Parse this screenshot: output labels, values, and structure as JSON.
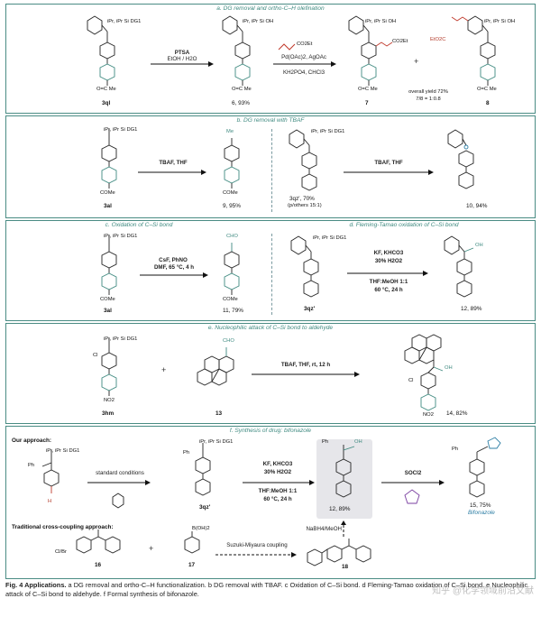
{
  "panels": {
    "a": {
      "title": "a. DG removal and ortho-C–H olefination",
      "reagents1": [
        "PTSA",
        "EtOH / H2O"
      ],
      "reagents2": [
        "Pd(OAc)2, AgOAc",
        "KH2PO4, CHCl3"
      ],
      "acrylate": "CO2Et",
      "start": "3ql",
      "inter": "6, 93%",
      "p7": "7",
      "p8": "8",
      "yield_note": [
        "overall yield 72%",
        "7/8 = 1:0.8"
      ],
      "silyl_dg": "iPr, iPr  Si  DG1",
      "silyl_oh": "iPr, iPr  Si  OH",
      "subst": "O=C  Me",
      "ester": "EtO2C"
    },
    "b": {
      "title": "b. DG removal with TBAF",
      "reagents": "TBAF, THF",
      "start1": "3al",
      "prod1": "9, 95%",
      "start2": "3qz', 70%",
      "start2_note": "(p/others 15:1)",
      "prod2": "10, 94%",
      "me": "Me",
      "come": "COMe"
    },
    "c": {
      "title": "c. Oxidation of C–Si bond",
      "reagents": [
        "CsF, PhNO",
        "DMF, 65 °C, 4 h"
      ],
      "start": "3al",
      "prod": "11, 79%",
      "cho": "CHO",
      "come": "COMe"
    },
    "d": {
      "title": "d. Fleming-Tamao oxidation of C–Si bond",
      "reagents": [
        "KF, KHCO3",
        "30% H2O2",
        "THF:MeOH 1:1",
        "60 °C, 24 h"
      ],
      "start": "3qz'",
      "prod": "12, 89%",
      "oh": "OH"
    },
    "e": {
      "title": "e. Nucleophilic attack of C–Si bond to aldehyde",
      "reagents": "TBAF, THF, rt, 12 h",
      "start": "3hm",
      "reagent": "13",
      "prod": "14, 82%",
      "cl": "Cl",
      "no2": "NO2",
      "cho": "CHO",
      "oh": "OH"
    },
    "f": {
      "title": "f. Synthesis of drug: bifonazole",
      "our": "Our approach:",
      "traditional": "Traditional cross-coupling approach:",
      "standard": "standard conditions",
      "reagents_ox": [
        "KF, KHCO3",
        "30% H2O2",
        "THF:MeOH 1:1",
        "60 °C, 24 h"
      ],
      "socl2": "SOCl2",
      "nabh4": "NaBH4/MeOH",
      "suzuki": "Suzuki-Miyaura coupling",
      "int": "3qz'",
      "alc": "12, 89%",
      "prod": "15, 75%",
      "drug": "Bifonazole",
      "c16": "16",
      "c17": "17",
      "c18": "18",
      "clbr": "Cl/Br",
      "boh2": "B(OH)2",
      "ph": "Ph",
      "h": "H",
      "oh": "OH"
    }
  },
  "caption": {
    "lead": "Fig. 4 Applications.",
    "text": " a DG removal and ortho-C–H functionalization. b DG removal with TBAF. c Oxidation of C–Si bond. d Fleming-Tamao oxidation of C–Si bond. e Nucleophilic attack of C–Si bond to aldehyde. f Formal synthesis of bifonazole."
  },
  "watermark": "知乎 @化学领域前沿文献"
}
